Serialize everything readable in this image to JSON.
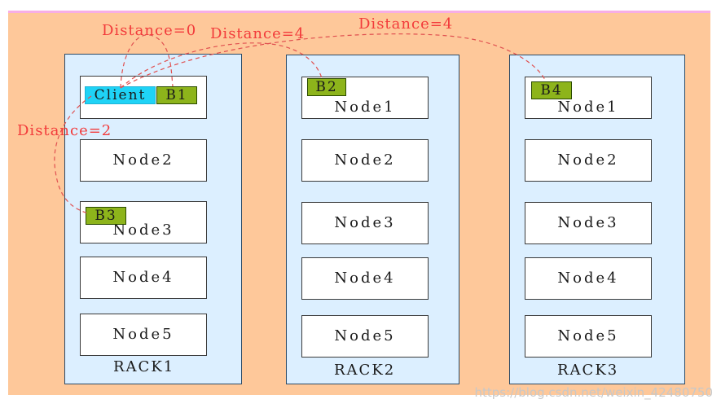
{
  "racks": [
    {
      "label": "RACK1",
      "nodes": [
        "",
        "Node2",
        "Node3",
        "Node4",
        "Node5"
      ]
    },
    {
      "label": "RACK2",
      "nodes": [
        "Node1",
        "Node2",
        "Node3",
        "Node4",
        "Node5"
      ]
    },
    {
      "label": "RACK3",
      "nodes": [
        "Node1",
        "Node2",
        "Node3",
        "Node4",
        "Node5"
      ]
    }
  ],
  "tags": {
    "client": "Client",
    "b1": "B1",
    "b2": "B2",
    "b3": "B3",
    "b4": "B4"
  },
  "distances": {
    "d0": "Distance=0",
    "d4a": "Distance=4",
    "d4b": "Distance=4",
    "d2": "Distance=2"
  },
  "colors": {
    "background": "#fec89a",
    "rack": "#dcefff",
    "block": "#8db41b",
    "client": "#1fd3f6",
    "arrow": "#e05050"
  },
  "watermark": "https://blog.csdn.net/weixin_42480750"
}
